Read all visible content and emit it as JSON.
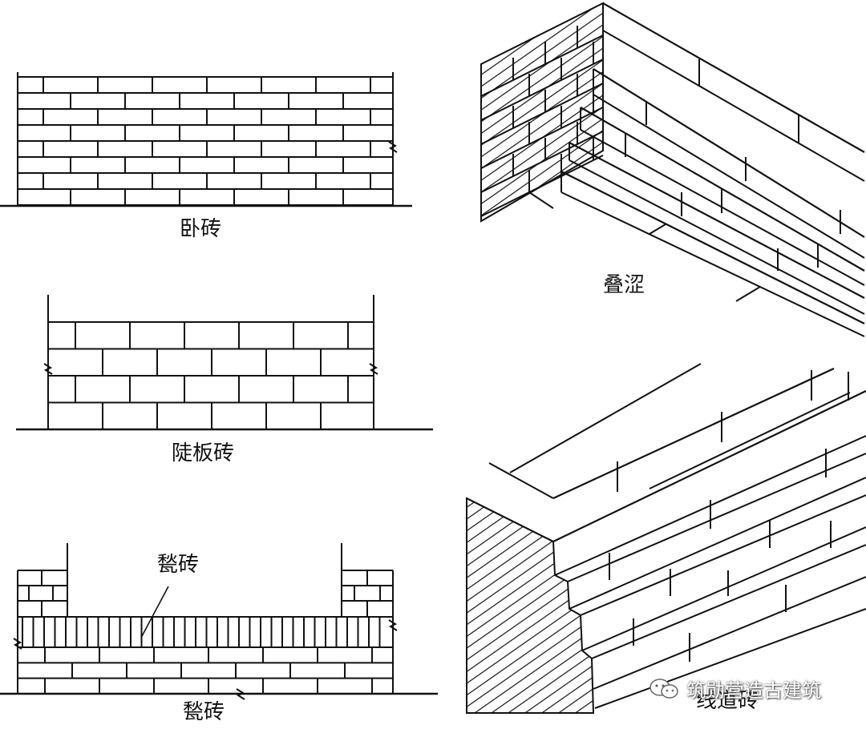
{
  "labels": {
    "wo_zhuan": "卧砖",
    "dou_ban_zhuan": "陡板砖",
    "qi_zhuan_pointer": "甃砖",
    "qi_zhuan": "甃砖",
    "die_se": "叠涩",
    "xian_dao_zhuan": "线道砖"
  },
  "watermark": {
    "text": "筑勋营造古建筑",
    "icon": "wechat-icon"
  },
  "colors": {
    "ink": "#111111",
    "paper": "#ffffff"
  }
}
